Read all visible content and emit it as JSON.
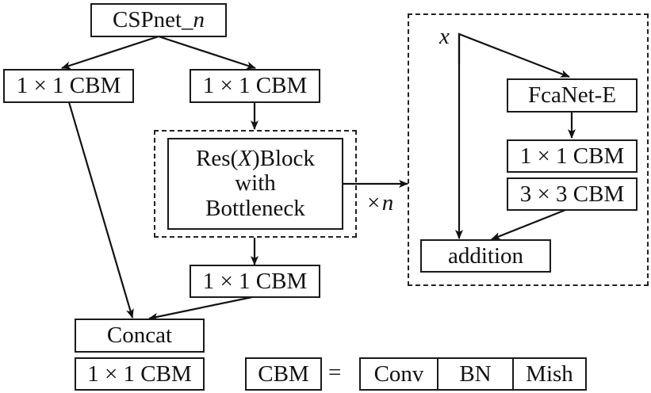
{
  "nodes": {
    "cspnet": {
      "main": "CSPnet_",
      "var": "n"
    },
    "cbm_left": "1 × 1 CBM",
    "cbm_right": "1 × 1 CBM",
    "resblock": {
      "line1_a": "Res(",
      "line1_var": "X",
      "line1_b": ")Block",
      "line2": "with",
      "line3": "Bottleneck"
    },
    "cbm_after_res": "1 × 1 CBM",
    "concat": "Concat",
    "cbm_final": "1 × 1 CBM",
    "repeat_label": {
      "times": "×",
      "var": "n"
    }
  },
  "detail": {
    "input_label": "x",
    "fcanet": "FcaNet-E",
    "cbm_1x1": "1 × 1 CBM",
    "cbm_3x3": "3 × 3 CBM",
    "addition": "addition"
  },
  "legend": {
    "cbm": "CBM",
    "equals": "=",
    "parts": [
      "Conv",
      "BN",
      "Mish"
    ]
  }
}
